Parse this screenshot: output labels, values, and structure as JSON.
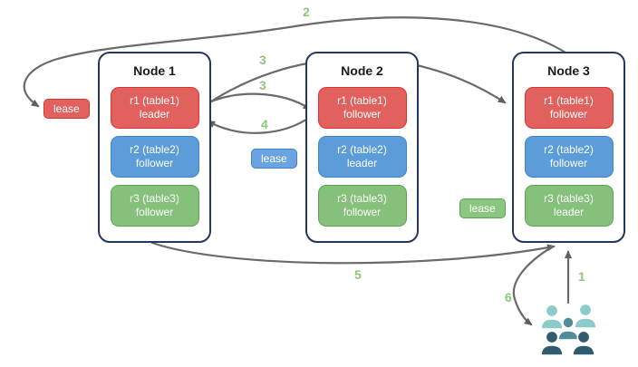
{
  "colors": {
    "node_border": "#24375f",
    "red_fill": "#e0615e",
    "red_border": "#dd352e",
    "blue_fill": "#5b9cd9",
    "blue_border": "#4186c6",
    "green_fill": "#85c17b",
    "green_border": "#5ca254",
    "lease_blue_fill": "#6aa4e0",
    "lease_green_fill": "#8bc681",
    "arrow": "#6a6a6a",
    "step_label": "#8cc87c",
    "users_back": "#8ccbca",
    "users_mid": "#4f8e99",
    "users_front": "#2e5b6e"
  },
  "nodes": [
    {
      "title": "Node 1",
      "replicas": [
        {
          "line1": "r1 (table1)",
          "line2": "leader",
          "color": "red"
        },
        {
          "line1": "r2 (table2)",
          "line2": "follower",
          "color": "blue"
        },
        {
          "line1": "r3 (table3)",
          "line2": "follower",
          "color": "green"
        }
      ]
    },
    {
      "title": "Node 2",
      "replicas": [
        {
          "line1": "r1 (table1)",
          "line2": "follower",
          "color": "red"
        },
        {
          "line1": "r2 (table2)",
          "line2": "leader",
          "color": "blue"
        },
        {
          "line1": "r3 (table3)",
          "line2": "follower",
          "color": "green"
        }
      ]
    },
    {
      "title": "Node 3",
      "replicas": [
        {
          "line1": "r1 (table1)",
          "line2": "follower",
          "color": "red"
        },
        {
          "line1": "r2 (table2)",
          "line2": "follower",
          "color": "blue"
        },
        {
          "line1": "r3 (table3)",
          "line2": "leader",
          "color": "green"
        }
      ]
    }
  ],
  "leases": [
    {
      "label": "lease",
      "color": "red"
    },
    {
      "label": "lease",
      "color": "blue"
    },
    {
      "label": "lease",
      "color": "green"
    }
  ],
  "steps": {
    "s1": "1",
    "s2": "2",
    "s3a": "3",
    "s3b": "3",
    "s4": "4",
    "s5": "5",
    "s6": "6"
  },
  "icons": {
    "users": "users-group-icon"
  }
}
